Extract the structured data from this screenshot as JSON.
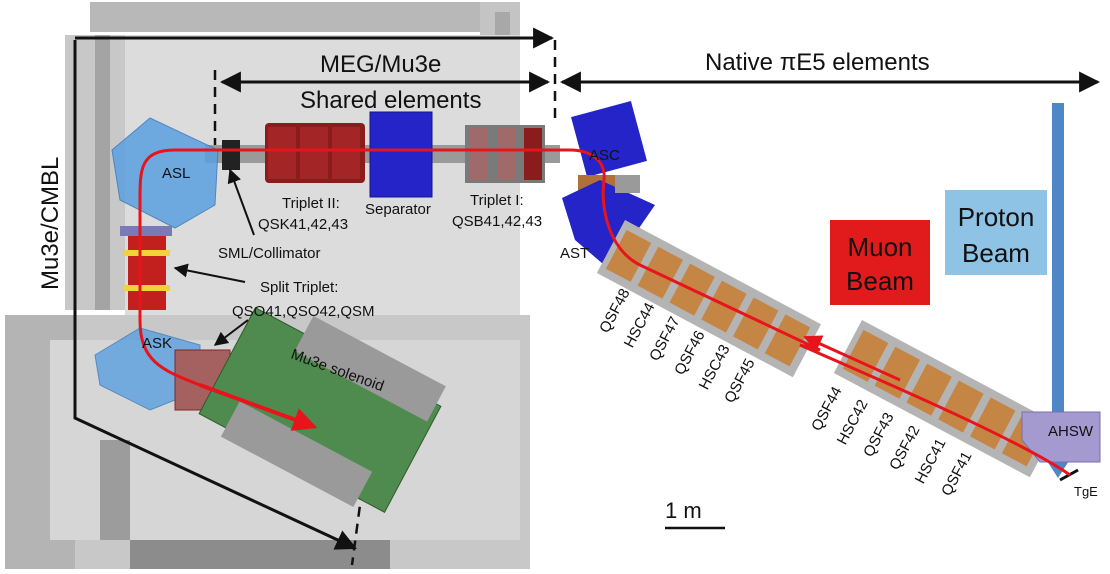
{
  "headers": {
    "meg": "MEG/Mu3e",
    "shared": "Shared elements",
    "native": "Native πE5 elements",
    "mu3e_cmbl": "Mu3e/CMBL"
  },
  "labels": {
    "asl": "ASL",
    "triplet2_title": "Triplet II:",
    "triplet2_names": "QSK41,42,43",
    "separator": "Separator",
    "triplet1_title": "Triplet I:",
    "triplet1_names": "QSB41,42,43",
    "asc": "ASC",
    "ast": "AST",
    "sml": "SML/Collimator",
    "split_title": "Split Triplet:",
    "split_names": "QSO41,QSO42,QSM",
    "ask": "ASK",
    "mu3e_solenoid": "Mu3e solenoid",
    "ahsw": "AHSW",
    "tge": "TgE",
    "scale": "1 m"
  },
  "legend": {
    "muon_line1": "Muon",
    "muon_line2": "Beam",
    "muon_color": "#e11b1b",
    "proton_line1": "Proton",
    "proton_line2": "Beam",
    "proton_color": "#8fc3e6"
  },
  "upper_chain": [
    "QSF48",
    "HSC44",
    "QSF47",
    "QSF46",
    "HSC43",
    "QSF45"
  ],
  "lower_chain": [
    "QSF44",
    "HSC42",
    "QSF43",
    "QSF42",
    "HSC41",
    "QSF41"
  ],
  "colors": {
    "beam": "#e8141c",
    "proton_arrow": "#4f86c6",
    "dipole_blue": "#2424c8",
    "magnet_red": "#8a1c1c",
    "solenoid_green": "#4f8a4f",
    "light_blue": "#5aa0e0"
  }
}
